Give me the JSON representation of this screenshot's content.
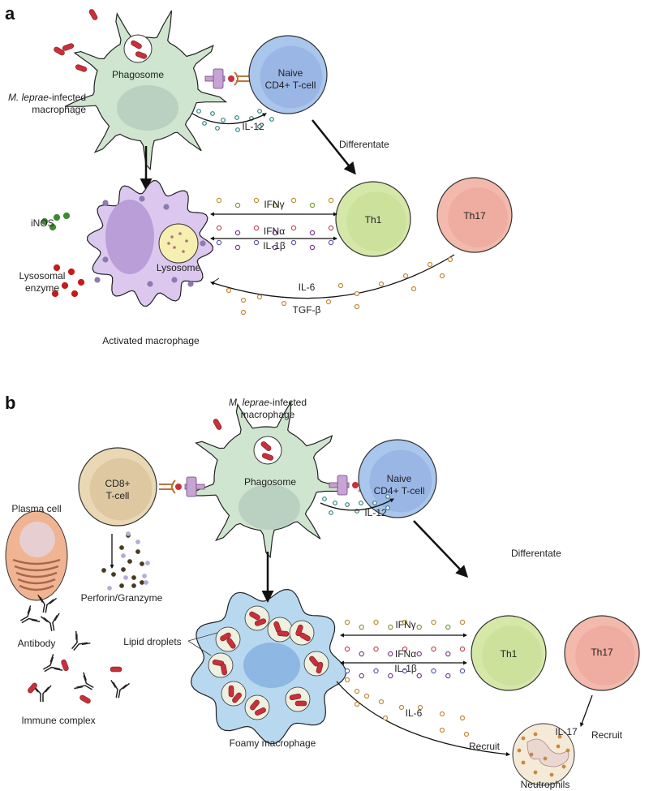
{
  "panel_a": {
    "letter": "a",
    "infected_macrophage": [
      "M. leprae",
      "-infected",
      "macrophage"
    ],
    "phagosome": "Phagosome",
    "naive_cd4": [
      "Naive",
      "CD4+ T-cell"
    ],
    "il12": "IL-12",
    "differentiate": "Differentate",
    "th1": "Th1",
    "th17": "Th17",
    "ifng": "IFNγ",
    "ifna": "IFNα",
    "il1b": "IL-1β",
    "il6": "IL-6",
    "tgfb": "TGF-β",
    "lysosome": "Lysosome",
    "inos": "iNOS",
    "lysosomal_enzyme": [
      "Lysosomal",
      "enzyme"
    ],
    "activated_macrophage": "Activated macrophage"
  },
  "panel_b": {
    "letter": "b",
    "infected_macrophage": [
      "M. leprae",
      "-infected",
      "macrophage"
    ],
    "phagosome": "Phagosome",
    "cd8": [
      "CD8+",
      "T-cell"
    ],
    "naive_cd4": [
      "Naive",
      "CD4+ T-cell"
    ],
    "il12": "IL-12",
    "differentiate": "Differentate",
    "plasma_cell": "Plasma cell",
    "perforin": "Perforin/Granzyme",
    "antibody": "Antibody",
    "immune_complex": "Immune complex",
    "lipid_droplets": "Lipid droplets",
    "foamy_macrophage": "Foamy macrophage",
    "th1": "Th1",
    "th17": "Th17",
    "ifng": "IFNγ",
    "ifna": "IFNα",
    "il1b": "IL-1β",
    "il17": "IL-17",
    "recruit_1": "Recruit",
    "il6": "IL-6",
    "recruit_2": "Recruit",
    "neutrophils": "Neutrophils"
  },
  "colors": {
    "macrophage": "#cfe5cf",
    "activated_macrophage": "#dcc8ef",
    "foamy_macrophage": "#b8d8f0",
    "naive_t_cell": "#a9c6ec",
    "th1": "#d5e8a8",
    "th17": "#f3b9ac",
    "cd8": "#ead8b4",
    "bacteria": "#c8303a"
  }
}
